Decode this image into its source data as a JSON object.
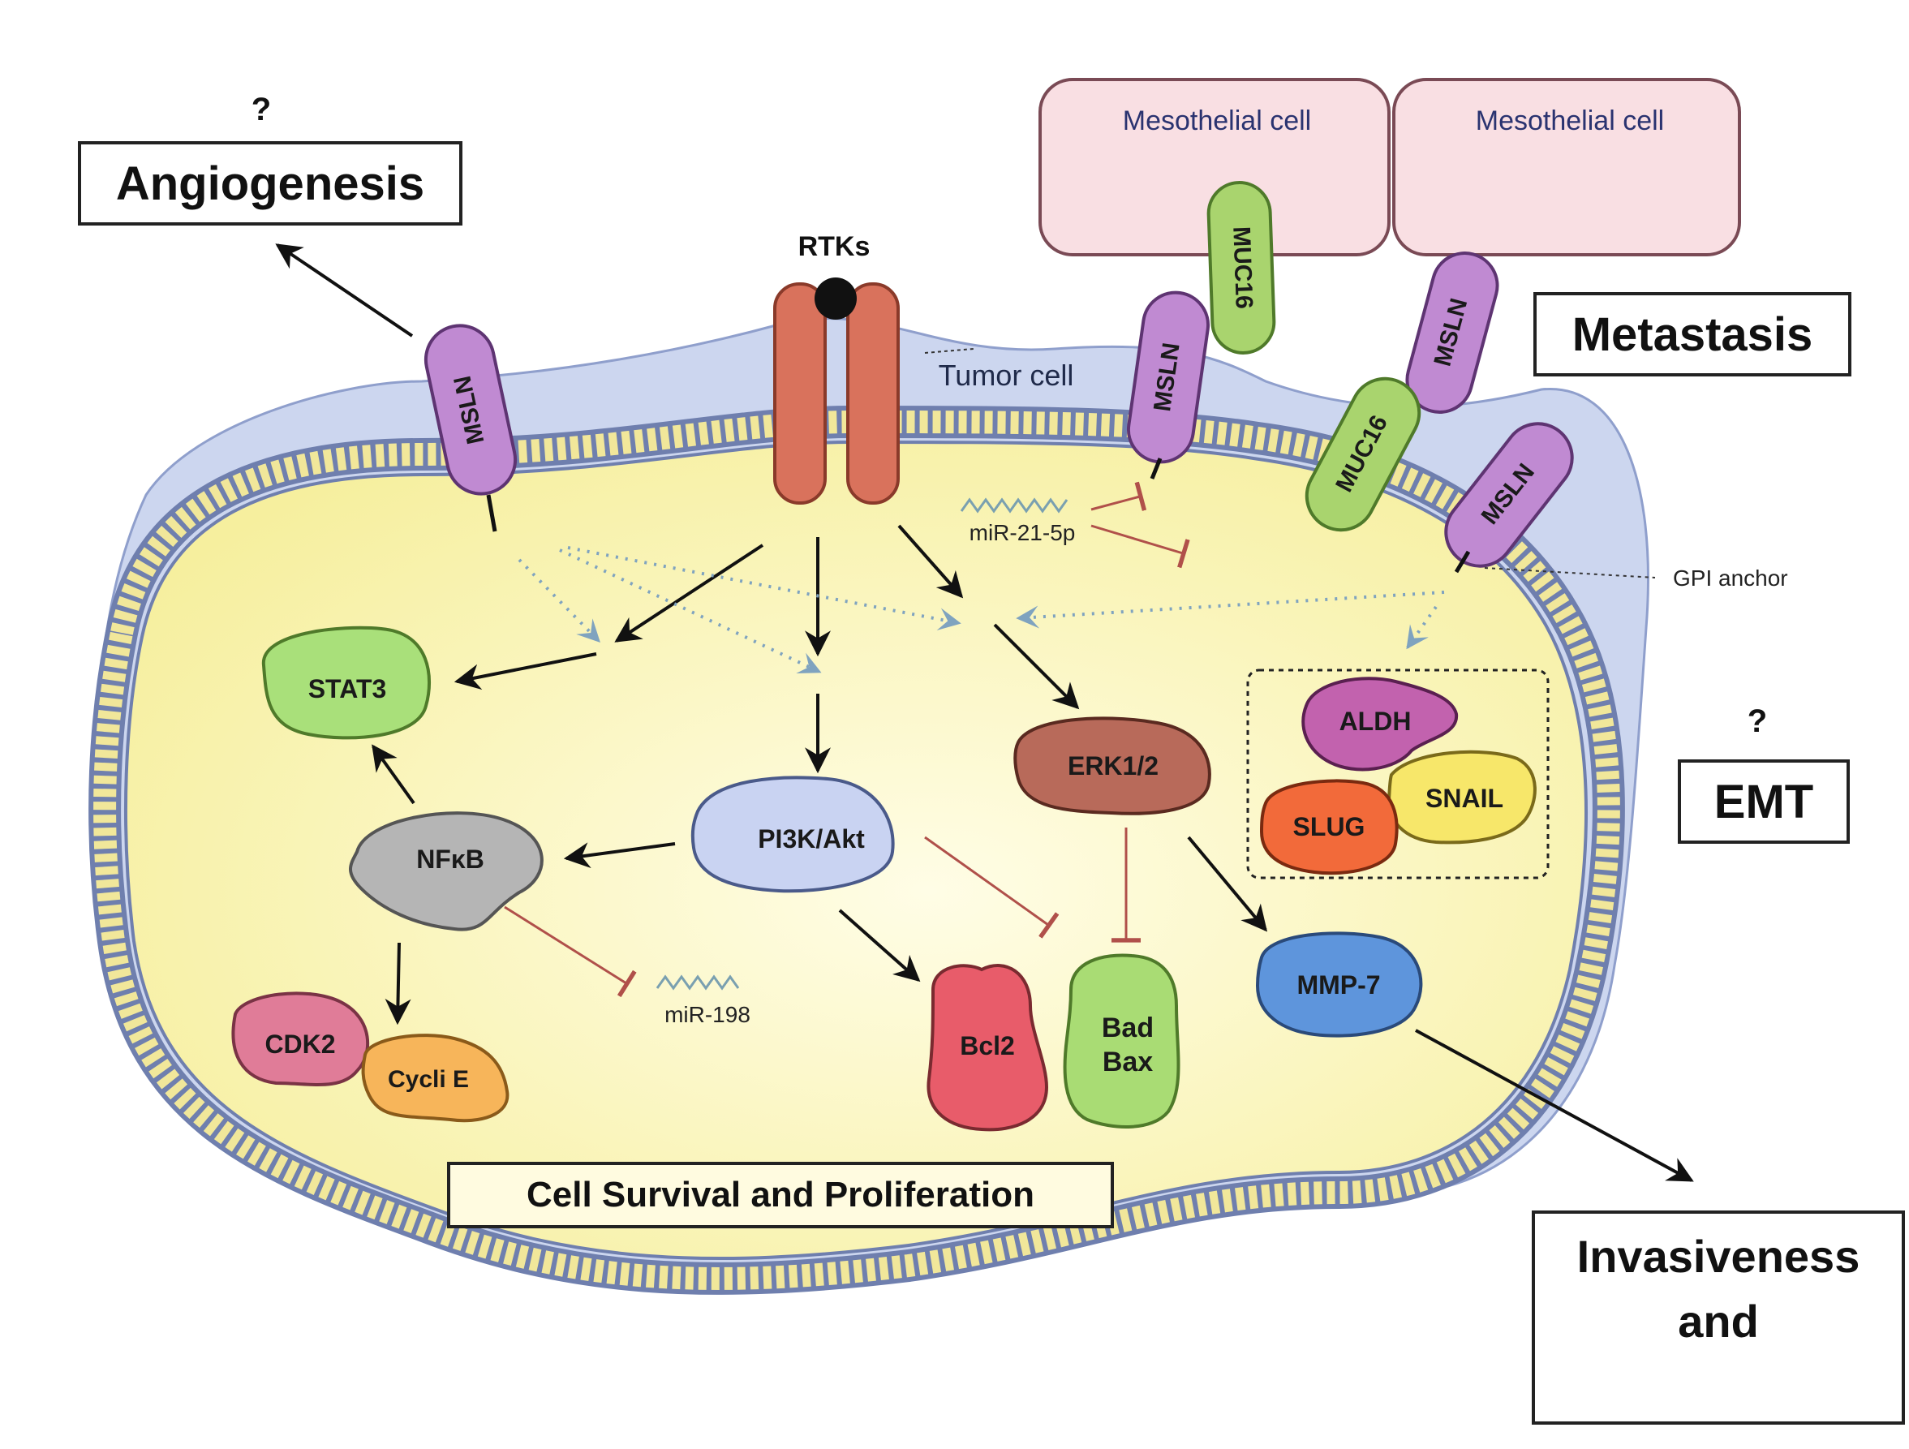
{
  "outcomes": {
    "angiogenesis": "Angiogenesis",
    "angiogenesis_q": "?",
    "metastasis": "Metastasis",
    "emt": "EMT",
    "emt_q": "?",
    "invasiveness_line1": "Invasiveness",
    "invasiveness_line2": "and",
    "cell_survival": "Cell Survival and Proliferation"
  },
  "cells": {
    "mesothelial_left": "Mesothelial cell",
    "mesothelial_right": "Mesothelial cell",
    "tumor": "Tumor cell"
  },
  "receptors": {
    "rtks": "RTKs",
    "msln": "MSLN",
    "muc16": "MUC16",
    "gpi_anchor": "GPI anchor"
  },
  "proteins": {
    "stat3": "STAT3",
    "nfkb": "NFκB",
    "cdk2": "CDK2",
    "cyclin_e": "Cycli E",
    "pi3k_akt": "PI3K/Akt",
    "bcl2": "Bcl2",
    "bad": "Bad",
    "bax": "Bax",
    "erk": "ERK1/2",
    "aldh": "ALDH",
    "snail": "SNAIL",
    "slug": "SLUG",
    "mmp7": "MMP-7"
  },
  "mirnas": {
    "mir21": "miR-21-5p",
    "mir198": "miR-198"
  },
  "colors": {
    "cytoplasm": "#f9f4b8",
    "membrane_outer": "#ccd6ef",
    "membrane_bead": "#f1e79a",
    "msln": "#c08ad2",
    "muc": "#a9d46e",
    "rtk": "#d9725c",
    "mesothelial": "#f9dfe3",
    "stat3": "#a9e07a",
    "nfkb": "#b5b5b5",
    "cdk2": "#e07c98",
    "cyclin_e": "#f7b55a",
    "pi3k": "#c9d3f2",
    "bcl2": "#e85c6a",
    "badbax": "#a9dc74",
    "erk": "#b86a5a",
    "aldh": "#c262ae",
    "snail": "#f7e76a",
    "slug": "#f26a3a",
    "mmp7": "#5e95dc",
    "inhibit": "#b0504a",
    "dotted": "#7fa3bf"
  }
}
